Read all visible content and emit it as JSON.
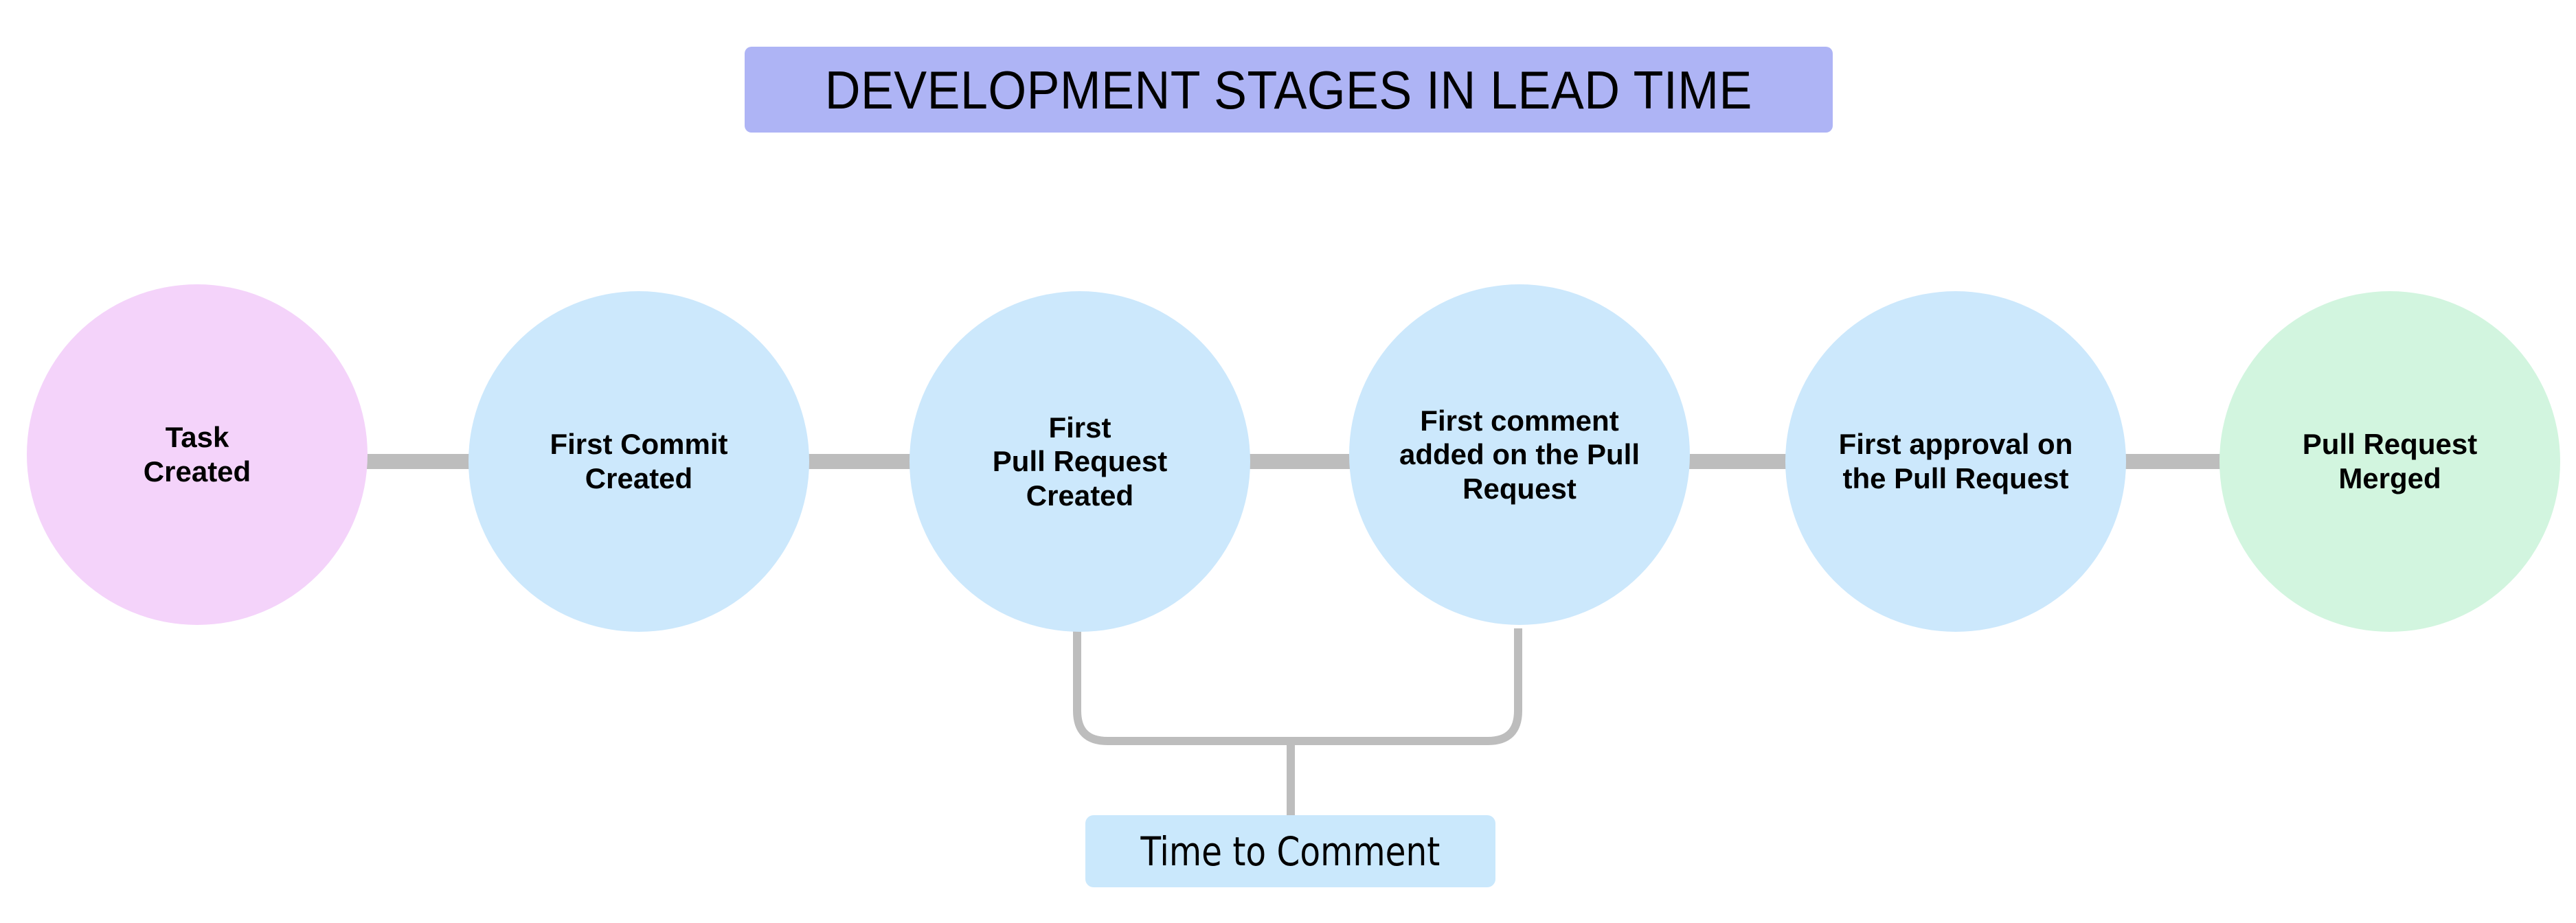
{
  "diagram": {
    "title": "DEVELOPMENT STAGES IN LEAD TIME",
    "title_bg_color": "#AEB4F5",
    "background_color": "#FFFFFF",
    "connector_color": "#BDBDBD",
    "type": "horizontal-flow-timeline",
    "nodes": [
      {
        "id": "task-created",
        "label": "Task\nCreated",
        "shape": "circle",
        "fill": "#F4D3FA",
        "order": 1
      },
      {
        "id": "first-commit-created",
        "label": "First Commit\nCreated",
        "shape": "circle",
        "fill": "#CCE8FC",
        "order": 2
      },
      {
        "id": "first-pull-request-created",
        "label": "First\nPull Request\nCreated",
        "shape": "circle",
        "fill": "#CCE8FC",
        "order": 3
      },
      {
        "id": "first-comment-added",
        "label": "First comment\nadded on the Pull\nRequest",
        "shape": "circle",
        "fill": "#CCE8FC",
        "order": 4
      },
      {
        "id": "first-approval",
        "label": "First approval on\nthe Pull Request",
        "shape": "circle",
        "fill": "#CCE8FC",
        "order": 5
      },
      {
        "id": "pull-request-merged",
        "label": "Pull Request\nMerged",
        "shape": "circle",
        "fill": "#D2F5DF",
        "order": 6
      }
    ],
    "edges": [
      {
        "from": "task-created",
        "to": "first-commit-created",
        "style": "straight"
      },
      {
        "from": "first-commit-created",
        "to": "first-pull-request-created",
        "style": "straight"
      },
      {
        "from": "first-pull-request-created",
        "to": "first-comment-added",
        "style": "straight"
      },
      {
        "from": "first-comment-added",
        "to": "first-approval",
        "style": "straight"
      },
      {
        "from": "first-approval",
        "to": "pull-request-merged",
        "style": "straight"
      }
    ],
    "annotation": {
      "id": "time-to-comment",
      "label": "Time to Comment",
      "bg_color": "#CAE8FC",
      "spans_from": "first-pull-request-created",
      "spans_to": "first-comment-added",
      "bracket_style": "rounded-bottom-bracket"
    }
  }
}
